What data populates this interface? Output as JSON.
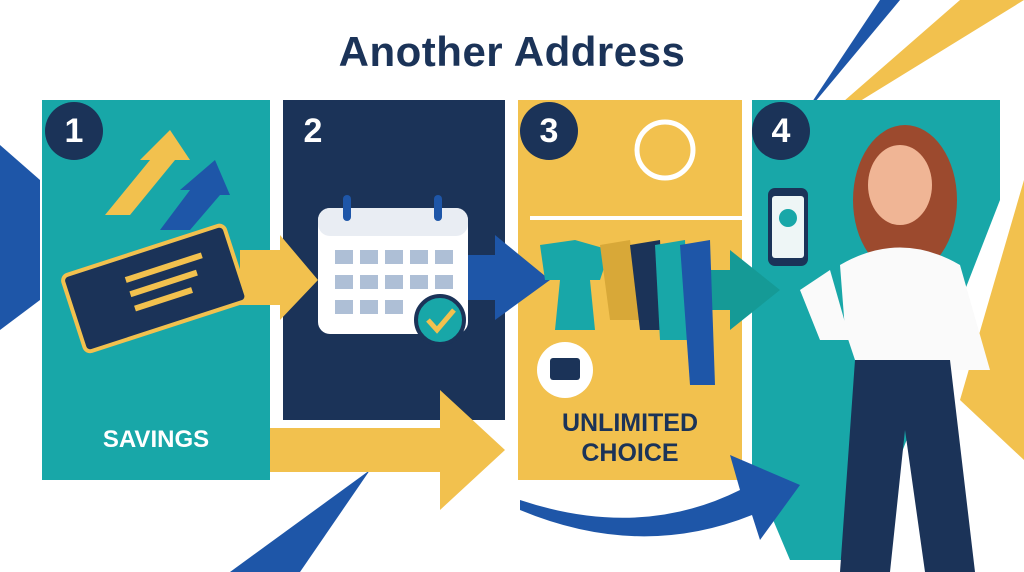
{
  "title": "Another Address",
  "steps": [
    {
      "number": "1",
      "label": "SAVINGS"
    },
    {
      "number": "2"
    },
    {
      "number": "3",
      "label_line1": "UNLIMITED",
      "label_line2": "CHOICE"
    },
    {
      "number": "4"
    }
  ],
  "colors": {
    "navy": "#1b3358",
    "teal": "#18a7a8",
    "yellow": "#f2c14e",
    "blue": "#1e56a8"
  }
}
